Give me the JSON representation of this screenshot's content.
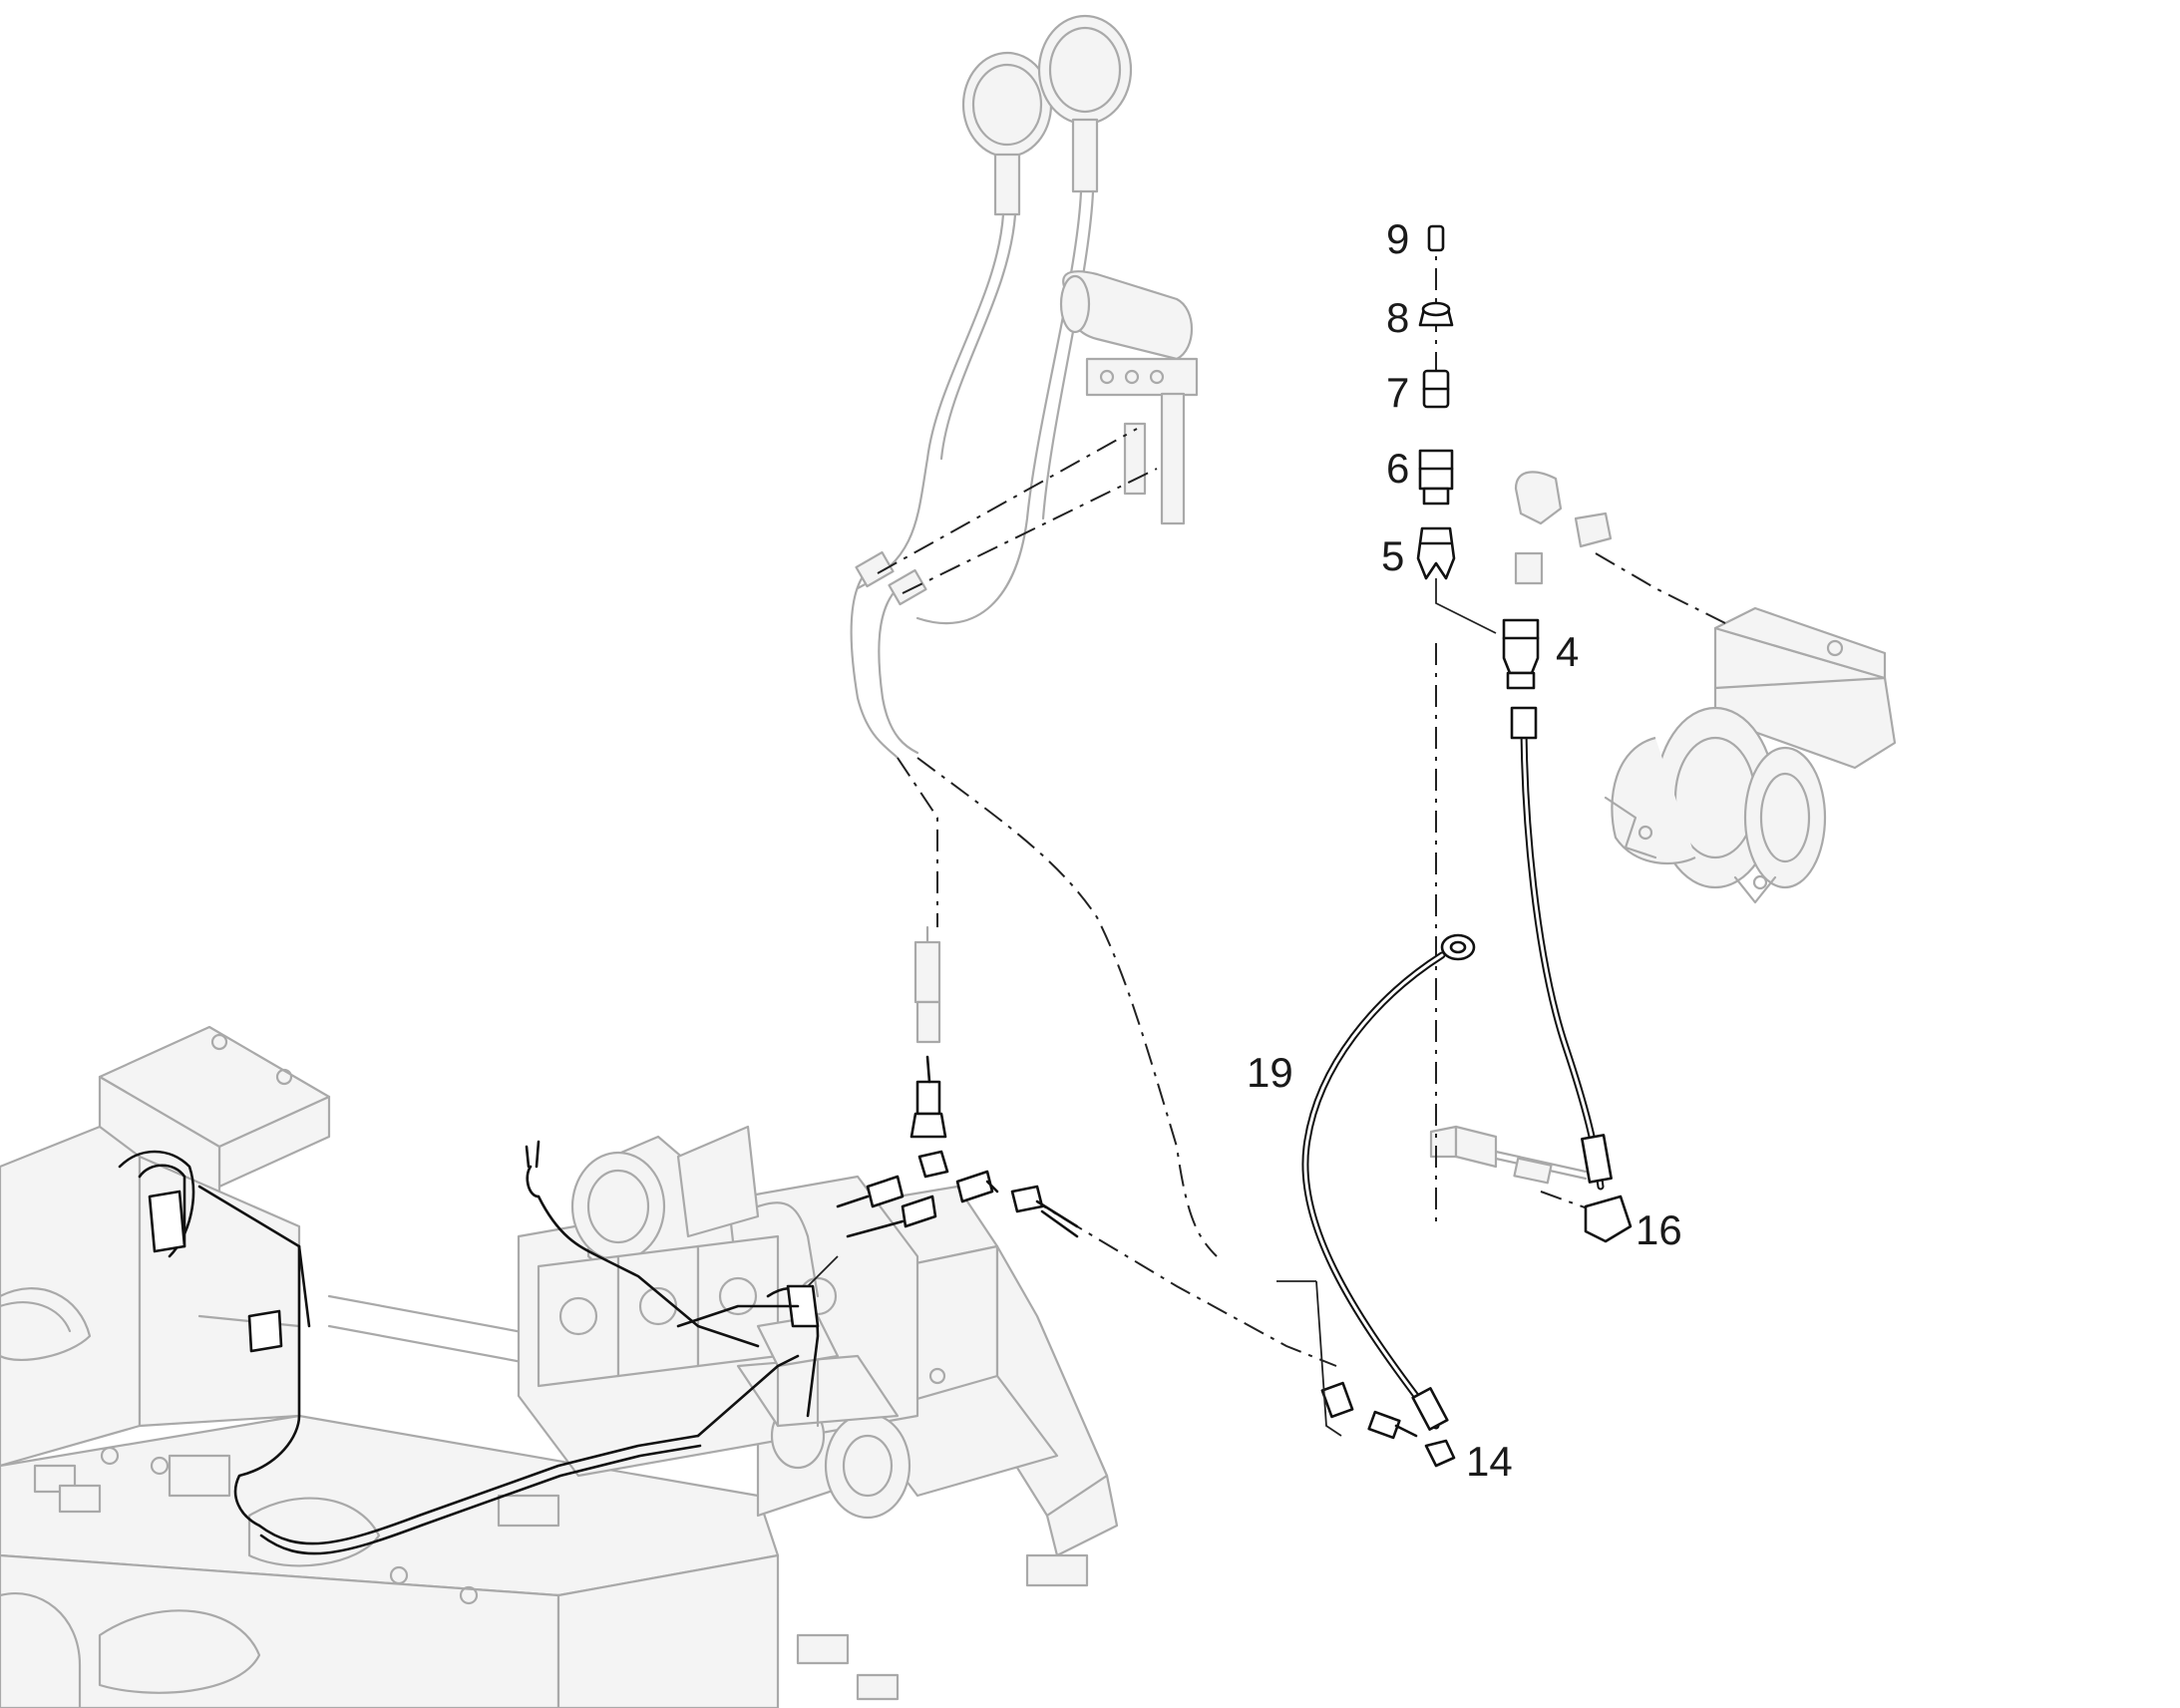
{
  "callouts": [
    {
      "id": "9",
      "text": "9"
    },
    {
      "id": "8",
      "text": "8"
    },
    {
      "id": "7",
      "text": "7"
    },
    {
      "id": "6",
      "text": "6"
    },
    {
      "id": "5",
      "text": "5"
    },
    {
      "id": "4",
      "text": "4"
    },
    {
      "id": "19",
      "text": "19"
    },
    {
      "id": "16",
      "text": "16"
    },
    {
      "id": "14",
      "text": "14"
    }
  ]
}
